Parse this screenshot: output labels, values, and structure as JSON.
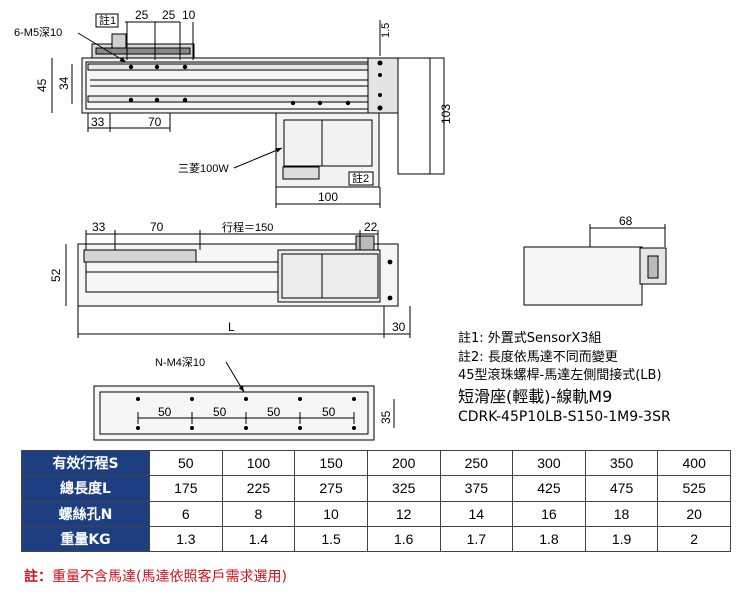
{
  "drawing": {
    "top_view": {
      "note1_tag": "註1",
      "dims": [
        "25",
        "25",
        "10",
        "1.5",
        "6-M5深10",
        "45",
        "34",
        "33",
        "70",
        "103",
        "100"
      ],
      "motor_label": "三菱100W",
      "note2_tag": "註2"
    },
    "side_view": {
      "dims": [
        "33",
        "70",
        "行程＝150",
        "22",
        "52",
        "L",
        "30"
      ]
    },
    "end_view": {
      "dims": [
        "68"
      ]
    },
    "bottom_view": {
      "mount_label": "N-M4深10",
      "dims": [
        "50",
        "50",
        "50",
        "50",
        "35"
      ]
    }
  },
  "notes": {
    "note1": "註1: 外置式SensorX3組",
    "note2": "註2: 長度依馬達不同而變更",
    "type_line": "45型滾珠螺桿-馬達左側間接式(LB)",
    "name_line": "短滑座(輕載)-線軌M9",
    "model": "CDRK-45P10LB-S150-1M9-3SR"
  },
  "table": {
    "rows": [
      {
        "label": "有效行程S",
        "values": [
          "50",
          "100",
          "150",
          "200",
          "250",
          "300",
          "350",
          "400"
        ]
      },
      {
        "label": "總長度L",
        "values": [
          "175",
          "225",
          "275",
          "325",
          "375",
          "425",
          "475",
          "525"
        ]
      },
      {
        "label": "螺絲孔N",
        "values": [
          "6",
          "8",
          "10",
          "12",
          "14",
          "16",
          "18",
          "20"
        ]
      },
      {
        "label": "重量KG",
        "values": [
          "1.3",
          "1.4",
          "1.5",
          "1.6",
          "1.7",
          "1.8",
          "1.9",
          "2"
        ]
      }
    ]
  },
  "footnote": {
    "prefix": "註：",
    "text": "重量不含馬達(馬達依照客戶需求選用)"
  },
  "colors": {
    "header_bg": "#1d3f82",
    "footnote": "#d0121b"
  }
}
